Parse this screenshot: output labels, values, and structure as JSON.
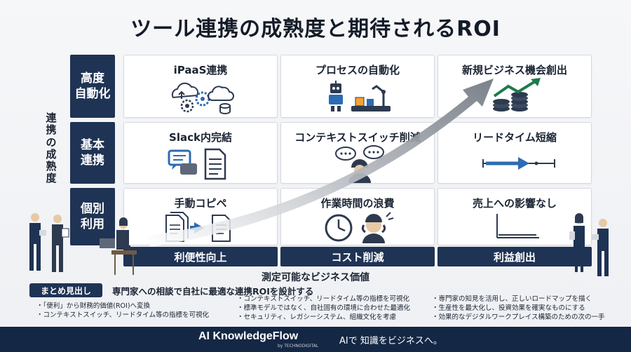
{
  "title": "ツール連携の成熟度と期待されるROI",
  "vertical_axis_label": "連携の成熟度",
  "rows": [
    {
      "label": "高度\n自動化"
    },
    {
      "label": "基本\n連携"
    },
    {
      "label": "個別\n利用"
    }
  ],
  "cells": {
    "r0c0": {
      "title": "iPaaS連携",
      "icon": "cloud-gears-icon"
    },
    "r0c1": {
      "title": "プロセスの自動化",
      "icon": "robot-arm-icon"
    },
    "r0c2": {
      "title": "新規ビジネス機会創出",
      "icon": "growth-coins-icon"
    },
    "r1c0": {
      "title": "Slack内完結",
      "icon": "chat-document-icon"
    },
    "r1c1": {
      "title": "コンテキストスイッチ削減",
      "icon": "thinking-worker-icon"
    },
    "r1c2": {
      "title": "リードタイム短縮",
      "icon": "timeline-arrow-icon"
    },
    "r2c0": {
      "title": "手動コピペ",
      "icon": "copy-documents-icon"
    },
    "r2c1": {
      "title": "作業時間の浪費",
      "icon": "clock-stress-icon"
    },
    "r2c2": {
      "title": "売上への影響なし",
      "icon": "flat-chart-icon"
    }
  },
  "columns": [
    "利便性向上",
    "コスト削減",
    "利益創出"
  ],
  "bottom_caption": "測定可能なビジネス価値",
  "summary": {
    "tag": "まとめ見出し",
    "heading": "専門家への相談で自社に最適な連携ROIを設計する",
    "col1": [
      "・「便利」から財務的価値(ROI)へ変換",
      "・コンテキストスイッチ、リードタイム等の指標を可視化"
    ],
    "col2": [
      "・コンテキストスイッチ、リードタイム等の指標を可視化",
      "・標準モデルではなく、自社固有の環境に合わせた最適化",
      "・セキュリティ、レガシーシステム、組織文化を考慮"
    ],
    "col3": [
      "・専門家の知見を活用し、正しいロードマップを描く",
      "・生産性を最大化し、投資効果を確実なものにする",
      "・効果的なデジタルワークプレイス構築のための次の一手"
    ]
  },
  "footer": {
    "brand": "AI KnowledgeFlow",
    "brand_sub": "by TECHNODIGITAL",
    "tagline": "AIで 知識をビジネスへ。"
  },
  "colors": {
    "navy": "#1f3354",
    "footer": "#142744",
    "accent_green": "#1f7a4d",
    "accent_blue": "#2d6bb3"
  }
}
